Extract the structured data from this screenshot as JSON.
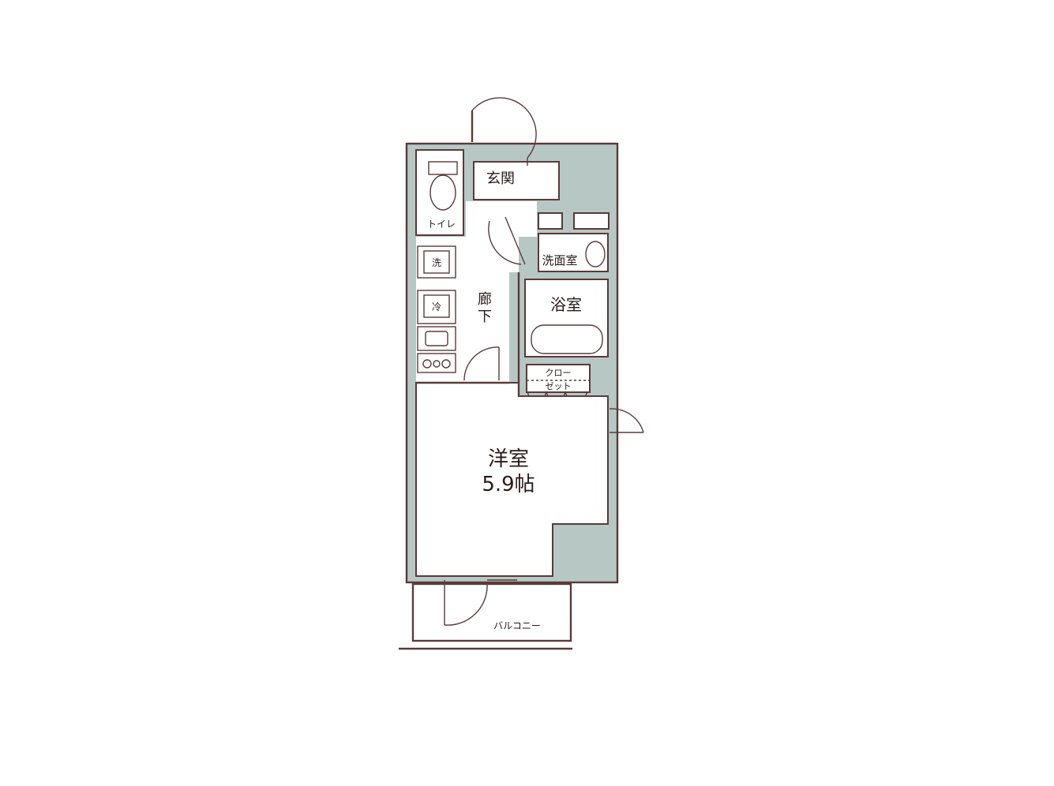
{
  "colors": {
    "wall": "#5a3a3a",
    "shaded": "#b7c7c4",
    "background": "#ffffff"
  },
  "rooms": {
    "entrance": "玄関",
    "toilet": "トイレ",
    "washroom": "洗面室",
    "bathroom": "浴室",
    "hallway_1": "廊",
    "hallway_2": "下",
    "closet_1": "クロー",
    "closet_2": "ゼット",
    "western_room": "洋室",
    "western_room_size": "5.9帖",
    "balcony": "バルコニー"
  },
  "appliances": {
    "washer": "洗",
    "fridge": "冷"
  }
}
